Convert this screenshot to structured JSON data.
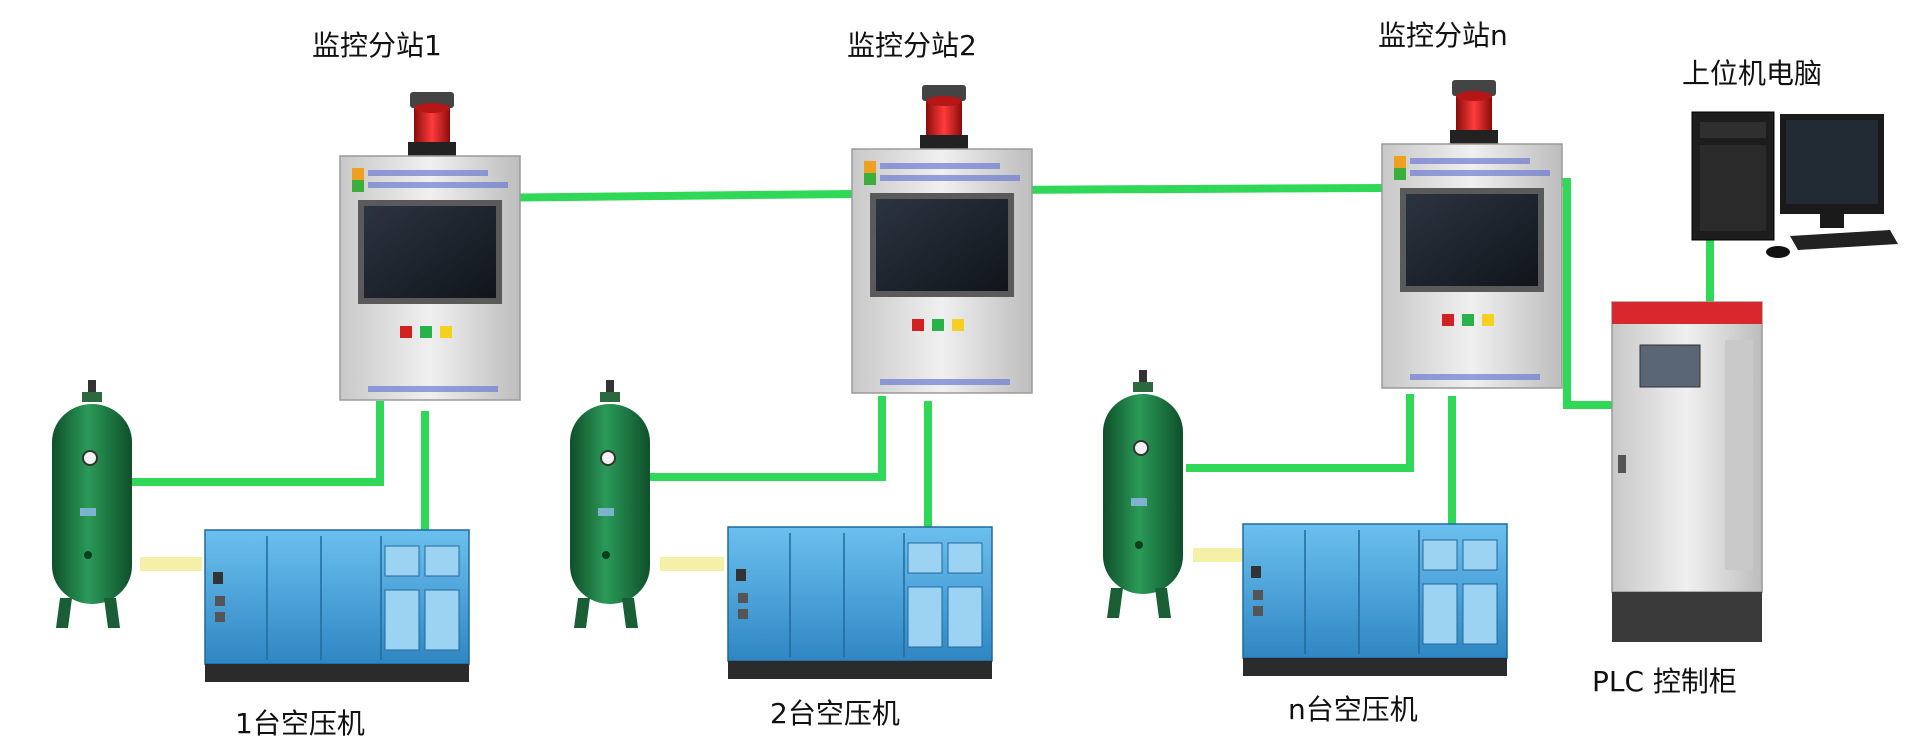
{
  "labels": {
    "station1": "监控分站1",
    "station2": "监控分站2",
    "stationn": "监控分站n",
    "host_pc": "上位机电脑",
    "plc": "PLC 控制柜",
    "comp1": "1台空压机",
    "comp2": "2台空压机",
    "compn": "n台空压机"
  },
  "colors": {
    "link": "#2fd857",
    "air_pipe": "#f4f0a8",
    "tank": "#1f7a43",
    "compressor": "#3f9fd8",
    "cabinet": "#dcdcdc",
    "beacon": "#d81e1e"
  }
}
